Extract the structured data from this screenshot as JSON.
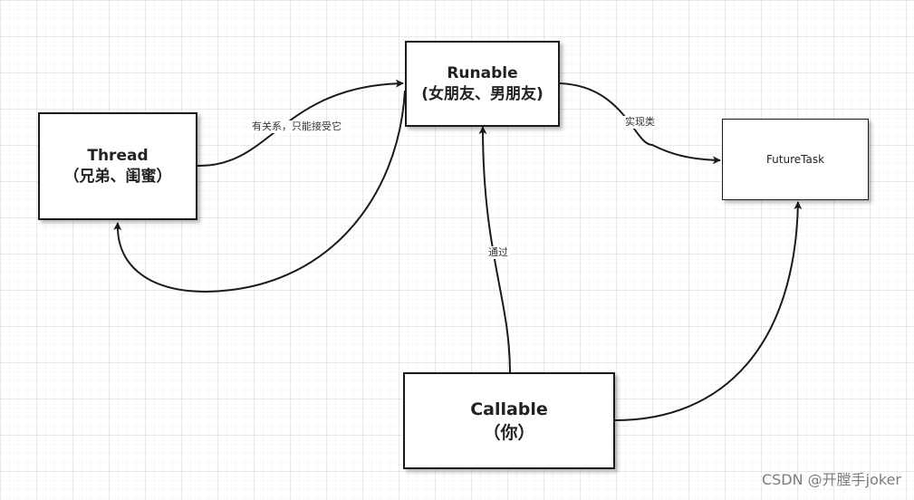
{
  "nodes": {
    "thread": {
      "title": "Thread",
      "subtitle": "（兄弟、闺蜜）"
    },
    "runable": {
      "title": "Runable",
      "subtitle": "(女朋友、男朋友)"
    },
    "futuretask": {
      "title": "FutureTask"
    },
    "callable": {
      "title": "Callable",
      "subtitle": "（你）"
    }
  },
  "edges": {
    "thread_to_runable": {
      "label": "有关系，只能接受它"
    },
    "runable_to_thread": {
      "label": ""
    },
    "runable_to_futuretask": {
      "label": "实现类"
    },
    "callable_to_runable": {
      "label": "通过"
    },
    "callable_to_futuretask": {
      "label": ""
    }
  },
  "colors": {
    "stroke": "#1a1a1a",
    "grid": "#e6e6e6",
    "background": "#ffffff"
  },
  "watermark": "CSDN @开膛手joker"
}
